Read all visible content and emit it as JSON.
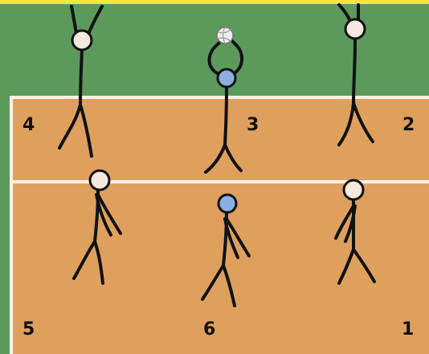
{
  "colors": {
    "background_green": "#5c9a5c",
    "court_orange": "#dfa05e",
    "court_lines": "#fbf2e6",
    "top_edge": "#f3e93c",
    "head_cream": "#f5e8de",
    "head_blue": "#8daee5",
    "ball": "#eeeeee"
  },
  "positions": {
    "p1": "1",
    "p2": "2",
    "p3": "3",
    "p4": "4",
    "p5": "5",
    "p6": "6"
  },
  "players": [
    {
      "position": "4",
      "role": "front-row",
      "head": "cream",
      "pose": "blocking"
    },
    {
      "position": "3",
      "role": "setter",
      "head": "blue",
      "pose": "setting"
    },
    {
      "position": "2",
      "role": "front-row",
      "head": "cream",
      "pose": "blocking"
    },
    {
      "position": "5",
      "role": "back-row",
      "head": "cream",
      "pose": "ready"
    },
    {
      "position": "6",
      "role": "back-row",
      "head": "blue",
      "pose": "ready"
    },
    {
      "position": "1",
      "role": "back-row",
      "head": "cream",
      "pose": "ready"
    }
  ]
}
